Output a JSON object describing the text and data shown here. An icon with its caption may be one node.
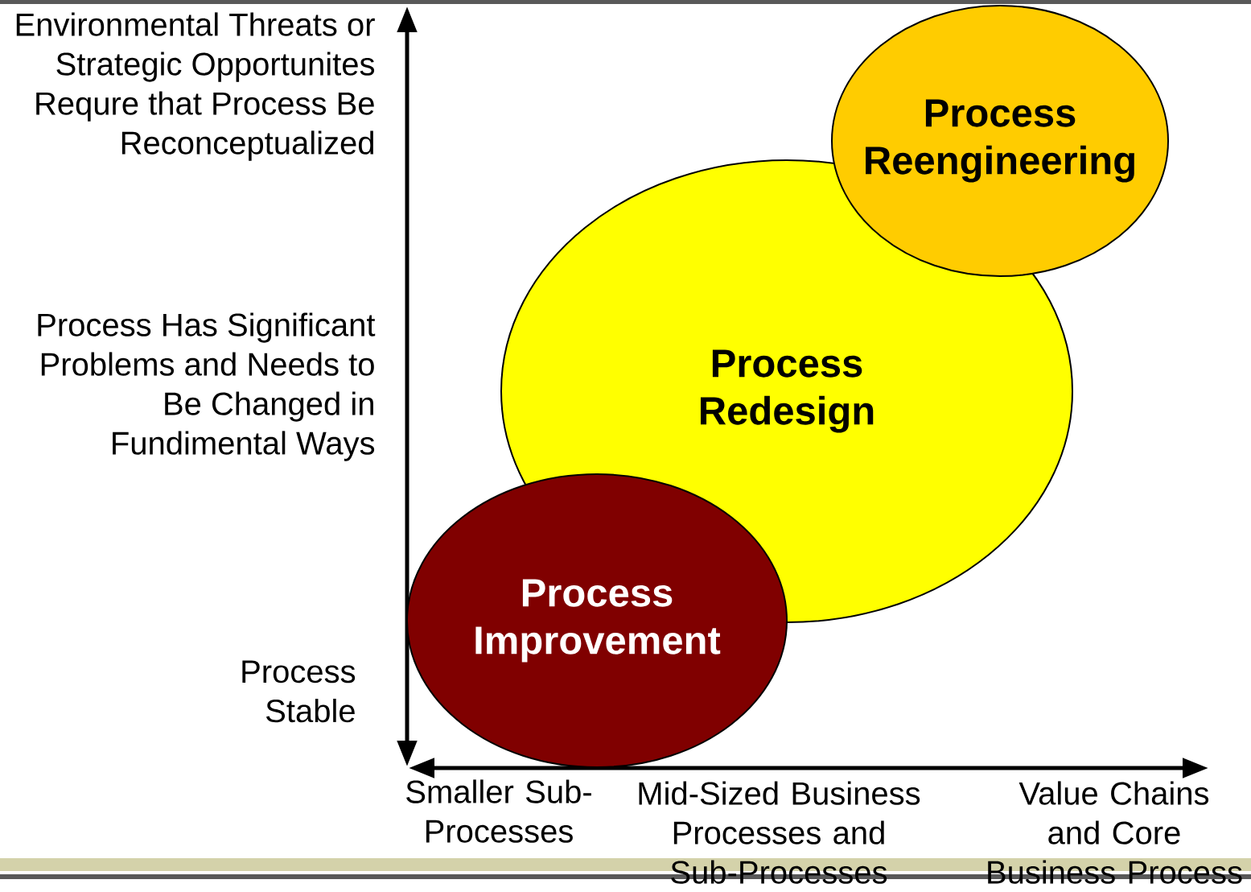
{
  "diagram": {
    "nodes": [
      {
        "text": [
          "Process Reengineering"
        ]
      },
      {
        "text": [
          "Process Redesign"
        ]
      },
      {
        "text": [
          "Process Improvement"
        ]
      }
    ],
    "labels": [
      "Environmental Threats or Strategic Opportunites Requre that Process Be Reconceptualized",
      "Process Has Significant Problems and Needs to Be Changed in Fundimental Ways",
      "Process Stable",
      "Smaller Sub-Processes",
      "Mid-Sized Business Processes and Sub-Processes",
      "Value Chains and Core Business Process"
    ]
  }
}
